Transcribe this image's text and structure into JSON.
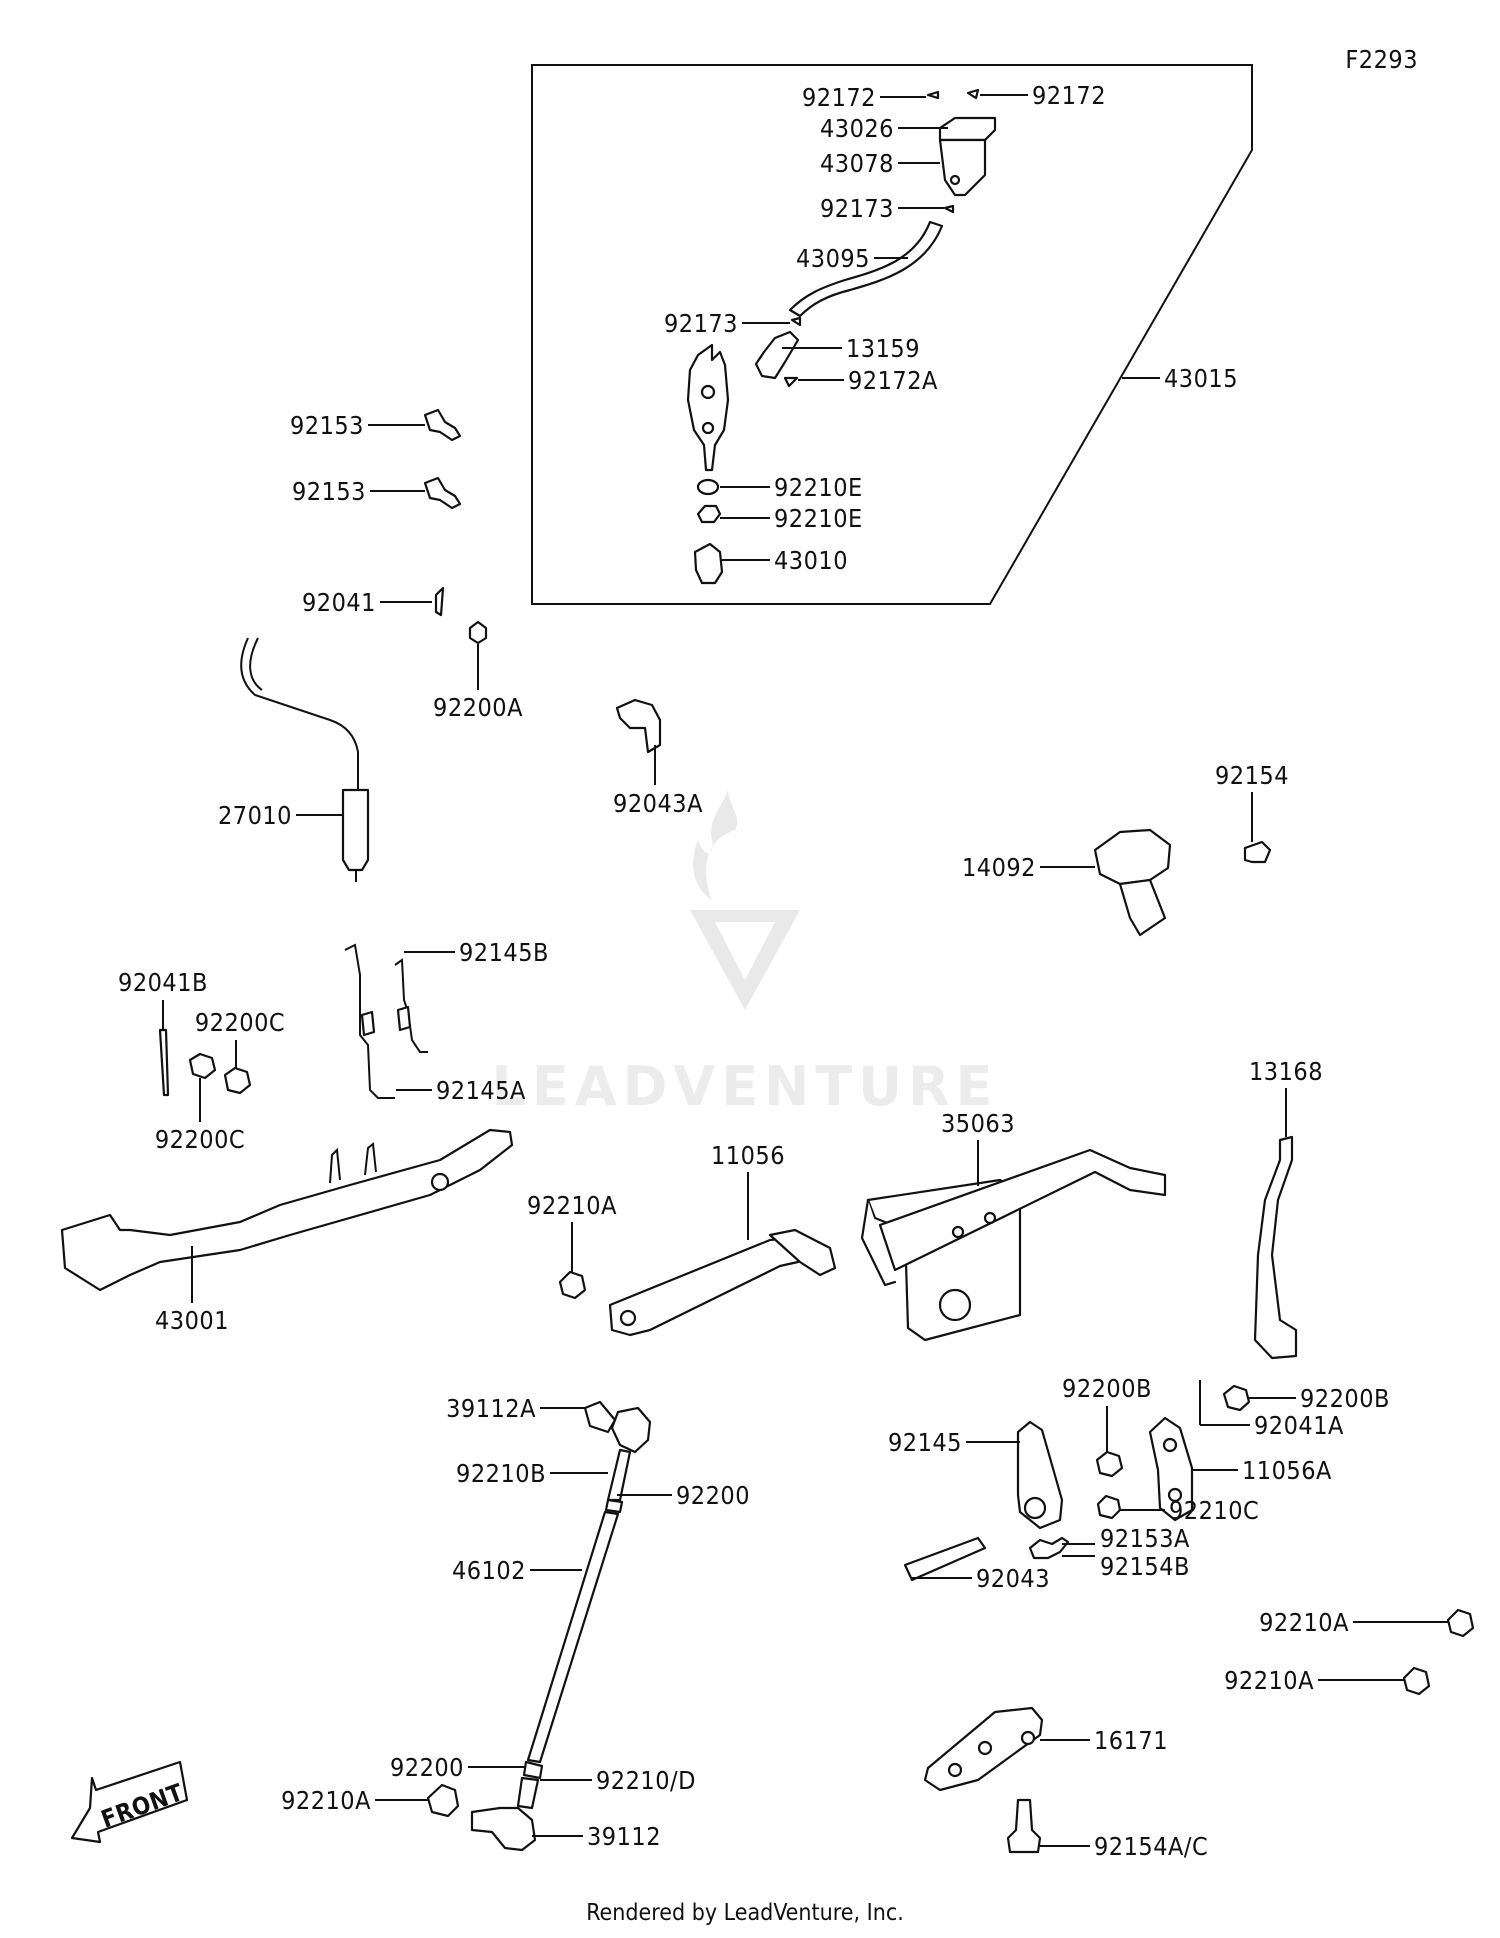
{
  "figure_code": "F2293",
  "footer": "Rendered by LeadVenture, Inc.",
  "watermark": "LEADVENTURE",
  "front_marker": "FRONT",
  "callouts": {
    "c92172a": "92172",
    "c92172b": "92172",
    "c43026": "43026",
    "c43078": "43078",
    "c92173a": "92173",
    "c43095": "43095",
    "c92173b": "92173",
    "c13159": "13159",
    "c92172A": "92172A",
    "c43015": "43015",
    "c92210Ea": "92210E",
    "c92210Eb": "92210E",
    "c43010": "43010",
    "c92153a": "92153",
    "c92153b": "92153",
    "c92041": "92041",
    "c92200A": "92200A",
    "c27010": "27010",
    "c92043A": "92043A",
    "c92154": "92154",
    "c14092": "14092",
    "c92041B": "92041B",
    "c92145B": "92145B",
    "c92200Ca": "92200C",
    "c92200Cb": "92200C",
    "c92145A": "92145A",
    "c13168": "13168",
    "c35063": "35063",
    "c11056": "11056",
    "c92210Aa": "92210A",
    "c43001": "43001",
    "c92200Ba": "92200B",
    "c92200Bb": "92200B",
    "c39112A": "39112A",
    "c92041A": "92041A",
    "c92145": "92145",
    "c11056A": "11056A",
    "c92210B": "92210B",
    "c92200a": "92200",
    "c92210C": "92210C",
    "c92153A": "92153A",
    "c92154B": "92154B",
    "c46102": "46102",
    "c92043": "92043",
    "c92210Ab": "92210A",
    "c92210Ac": "92210A",
    "c16171": "16171",
    "c92200b": "92200",
    "c92210D": "92210/D",
    "c92210Ad": "92210A",
    "c39112": "39112",
    "c92154AC": "92154A/C"
  }
}
